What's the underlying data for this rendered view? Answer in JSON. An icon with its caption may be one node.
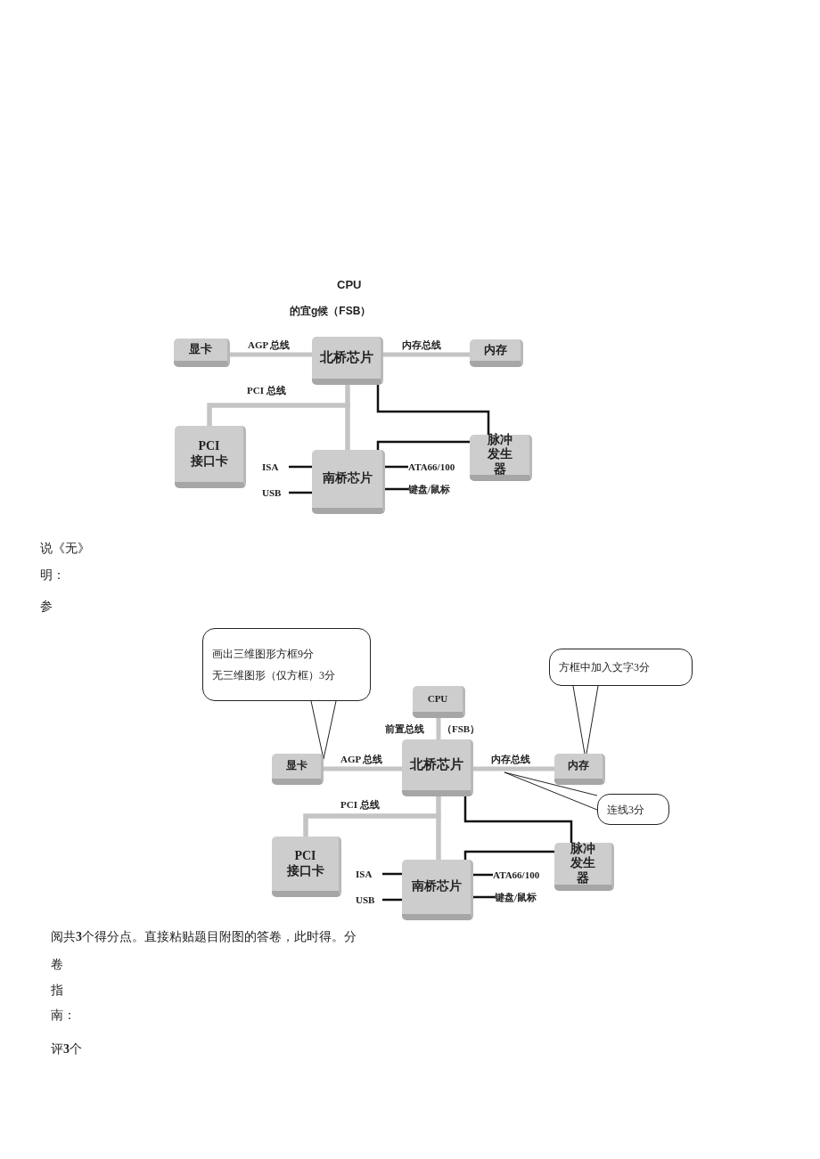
{
  "diagram": {
    "nodes": [
      {
        "text": [
          "显卡"
        ]
      },
      {
        "text": [
          "北桥芯片"
        ]
      },
      {
        "text": [
          "内存"
        ]
      },
      {
        "text": [
          "PCI 接口卡"
        ]
      },
      {
        "text": [
          "脉冲发生器"
        ]
      },
      {
        "text": [
          "南桥芯片"
        ]
      },
      {
        "text": [
          "ISA"
        ]
      },
      {
        "text": [
          "USB"
        ]
      },
      {
        "text": [
          "ATA66/100"
        ]
      },
      {
        "text": [
          "键盘/鼠标"
        ]
      },
      {
        "text": [
          "画出三维图形方框9分",
          "无三维图形（仅方框）3分"
        ]
      },
      {
        "text": [
          "方框中加入文字3分"
        ]
      },
      {
        "text": [
          "CPU"
        ]
      },
      {
        "text": [
          "显卡"
        ]
      },
      {
        "text": [
          "北桥芯片"
        ]
      },
      {
        "text": [
          "内存"
        ]
      },
      {
        "text": [
          "连线3分"
        ]
      },
      {
        "text": [
          "PCI 接口卡"
        ]
      },
      {
        "text": [
          "脉冲发生器"
        ]
      },
      {
        "text": [
          "南桥芯片"
        ]
      },
      {
        "text": [
          "ISA"
        ]
      },
      {
        "text": [
          "USB"
        ]
      },
      {
        "text": [
          "ATA66/100"
        ]
      },
      {
        "text": [
          "键盘/鼠标"
        ]
      }
    ],
    "edges": [
      {
        "from": 0,
        "to": 1,
        "arrow": "none",
        "label": "AGP 总线",
        "style": "thick",
        "color": "#c4c4c4"
      },
      {
        "from": 1,
        "to": 2,
        "arrow": "none",
        "label": "内存总线",
        "style": "thick",
        "color": "#c4c4c4"
      },
      {
        "from": 1,
        "to": 5,
        "arrow": "none",
        "style": "thick",
        "color": "#c4c4c4"
      },
      {
        "from": 3,
        "to": 1,
        "arrow": "none",
        "label": "PCI 总线",
        "style": "thick",
        "color": "#c4c4c4"
      },
      {
        "from": 3,
        "to": 5,
        "arrow": "none",
        "style": "thick",
        "color": "#c4c4c4"
      },
      {
        "from": 1,
        "to": 4,
        "arrow": "none"
      },
      {
        "from": 5,
        "to": 4,
        "arrow": "none"
      },
      {
        "from": 6,
        "to": 5,
        "arrow": "none"
      },
      {
        "from": 7,
        "to": 5,
        "arrow": "none"
      },
      {
        "from": 5,
        "to": 8,
        "arrow": "none"
      },
      {
        "from": 5,
        "to": 9,
        "arrow": "none"
      },
      {
        "from": 10,
        "to": 13,
        "arrow": "none"
      },
      {
        "from": 11,
        "to": 15,
        "arrow": "none"
      },
      {
        "from": 16,
        "to": null,
        "arrow": "none"
      },
      {
        "from": 12,
        "to": 14,
        "arrow": "none",
        "label": "前置总线",
        "style": "thick",
        "color": "#c4c4c4"
      },
      {
        "from": 13,
        "to": 14,
        "arrow": "none",
        "label": "AGP 总线",
        "style": "thick",
        "color": "#c4c4c4"
      },
      {
        "from": 14,
        "to": 15,
        "arrow": "none",
        "label": "内存总线",
        "style": "thick",
        "color": "#c4c4c4"
      },
      {
        "from": 14,
        "to": 19,
        "arrow": "none",
        "style": "thick",
        "color": "#c4c4c4"
      },
      {
        "from": 17,
        "to": 14,
        "arrow": "none",
        "label": "PCI 总线",
        "style": "thick",
        "color": "#c4c4c4"
      },
      {
        "from": 17,
        "to": 19,
        "arrow": "none",
        "style": "thick",
        "color": "#c4c4c4"
      },
      {
        "from": 14,
        "to": 18,
        "arrow": "none"
      },
      {
        "from": 19,
        "to": 18,
        "arrow": "none"
      },
      {
        "from": 20,
        "to": 19,
        "arrow": "none"
      },
      {
        "from": 21,
        "to": 19,
        "arrow": "none"
      },
      {
        "from": 19,
        "to": 22,
        "arrow": "none"
      },
      {
        "from": 19,
        "to": 23,
        "arrow": "none"
      }
    ],
    "labels": [
      "CPU",
      "的宜g候（FSB）",
      "说《无》",
      "明：",
      "参",
      "（FSB）",
      "阅共**3**个得分点。直接粘贴题目附图的答卷，此时得。分",
      "卷",
      "指",
      "南：",
      "评**3**个"
    ]
  }
}
